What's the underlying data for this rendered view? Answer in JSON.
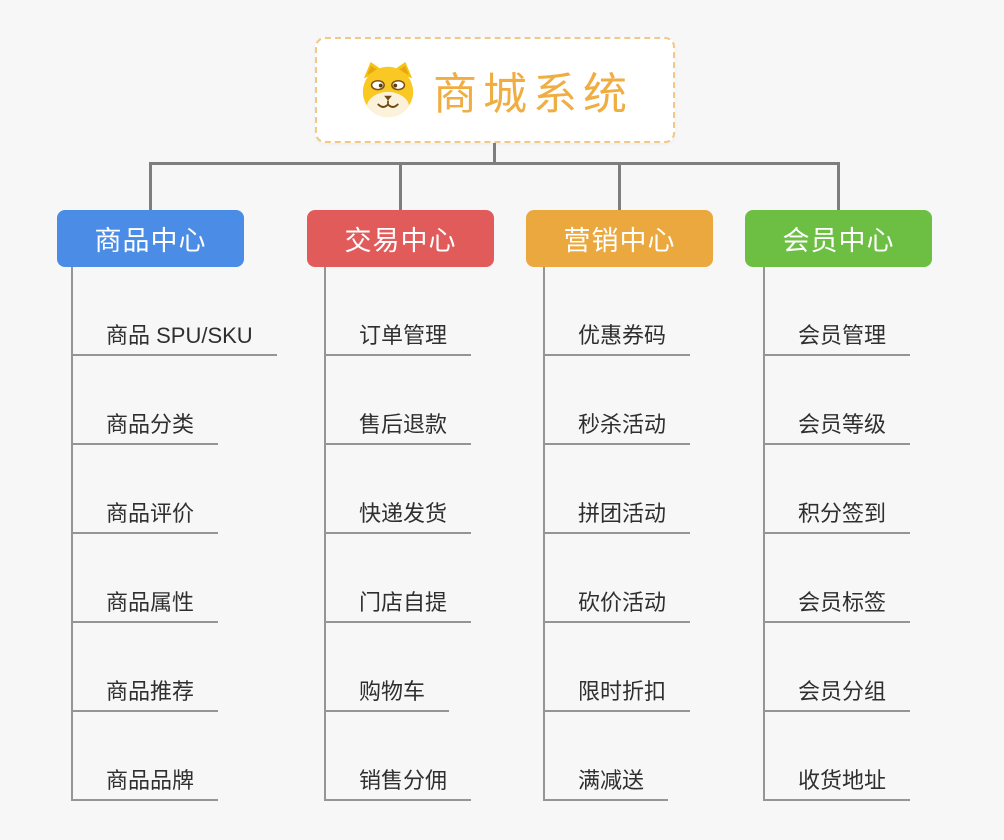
{
  "root": {
    "title": "商城系统",
    "icon": "dog-face-icon",
    "text_color": "#f0ad42",
    "border_color": "#f2c886"
  },
  "connector_color": "#7e7e7e",
  "line_color": "#959595",
  "background_color": "#f7f7f7",
  "branches": [
    {
      "label": "商品中心",
      "color": "#4a8ce6",
      "items": [
        "商品 SPU/SKU",
        "商品分类",
        "商品评价",
        "商品属性",
        "商品推荐",
        "商品品牌"
      ]
    },
    {
      "label": "交易中心",
      "color": "#e25b5b",
      "items": [
        "订单管理",
        "售后退款",
        "快递发货",
        "门店自提",
        "购物车",
        "销售分佣"
      ]
    },
    {
      "label": "营销中心",
      "color": "#eaa83e",
      "items": [
        "优惠券码",
        "秒杀活动",
        "拼团活动",
        "砍价活动",
        "限时折扣",
        "满减送"
      ]
    },
    {
      "label": "会员中心",
      "color": "#6cbf43",
      "items": [
        "会员管理",
        "会员等级",
        "积分签到",
        "会员标签",
        "会员分组",
        "收货地址"
      ]
    }
  ]
}
